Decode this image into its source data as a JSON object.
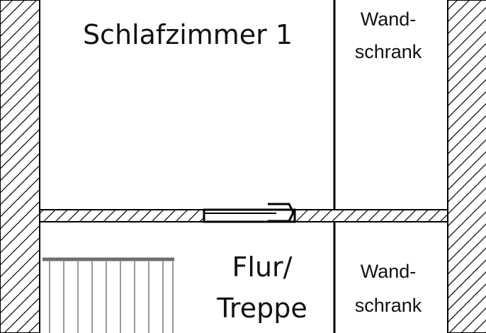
{
  "rooms": {
    "bedroom": {
      "label": "Schlafzimmer 1"
    },
    "hallway": {
      "label_line1": "Flur/",
      "label_line2": "Treppe"
    },
    "closet_top": {
      "label_line1": "Wand-",
      "label_line2": "schrank"
    },
    "closet_bottom": {
      "label_line1": "Wand-",
      "label_line2": "schrank"
    }
  },
  "colors": {
    "wall_hatch": "#000000",
    "room_fill": "#ffffff",
    "stair_lines": "#9a9a9a"
  },
  "icons": {
    "door": "sliding-door-icon",
    "stairs": "stairs-icon"
  }
}
